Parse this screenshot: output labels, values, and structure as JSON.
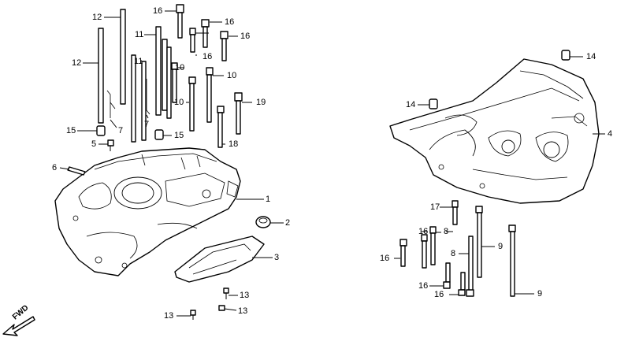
{
  "callouts": {
    "c1": "1",
    "c2": "2",
    "c3": "3",
    "c4": "4",
    "c5": "5",
    "c6": "6",
    "c7a": "7",
    "c7b": "7",
    "c8a": "8",
    "c8b": "8",
    "c9a": "9",
    "c9b": "9",
    "c10a": "10",
    "c10b": "10",
    "c10c": "10",
    "c11a": "11",
    "c11b": "11",
    "c12a": "12",
    "c12b": "12",
    "c13a": "13",
    "c13b": "13",
    "c13c": "13",
    "c14a": "14",
    "c14b": "14",
    "c15a": "15",
    "c15b": "15",
    "c16a": "16",
    "c16b": "16",
    "c16c": "16",
    "c16d": "16",
    "c16e": "16",
    "c16f": "16",
    "c16g": "16",
    "c16h": "16",
    "c17": "17",
    "c18": "18",
    "c19": "19"
  },
  "fwd_label": "FWD"
}
